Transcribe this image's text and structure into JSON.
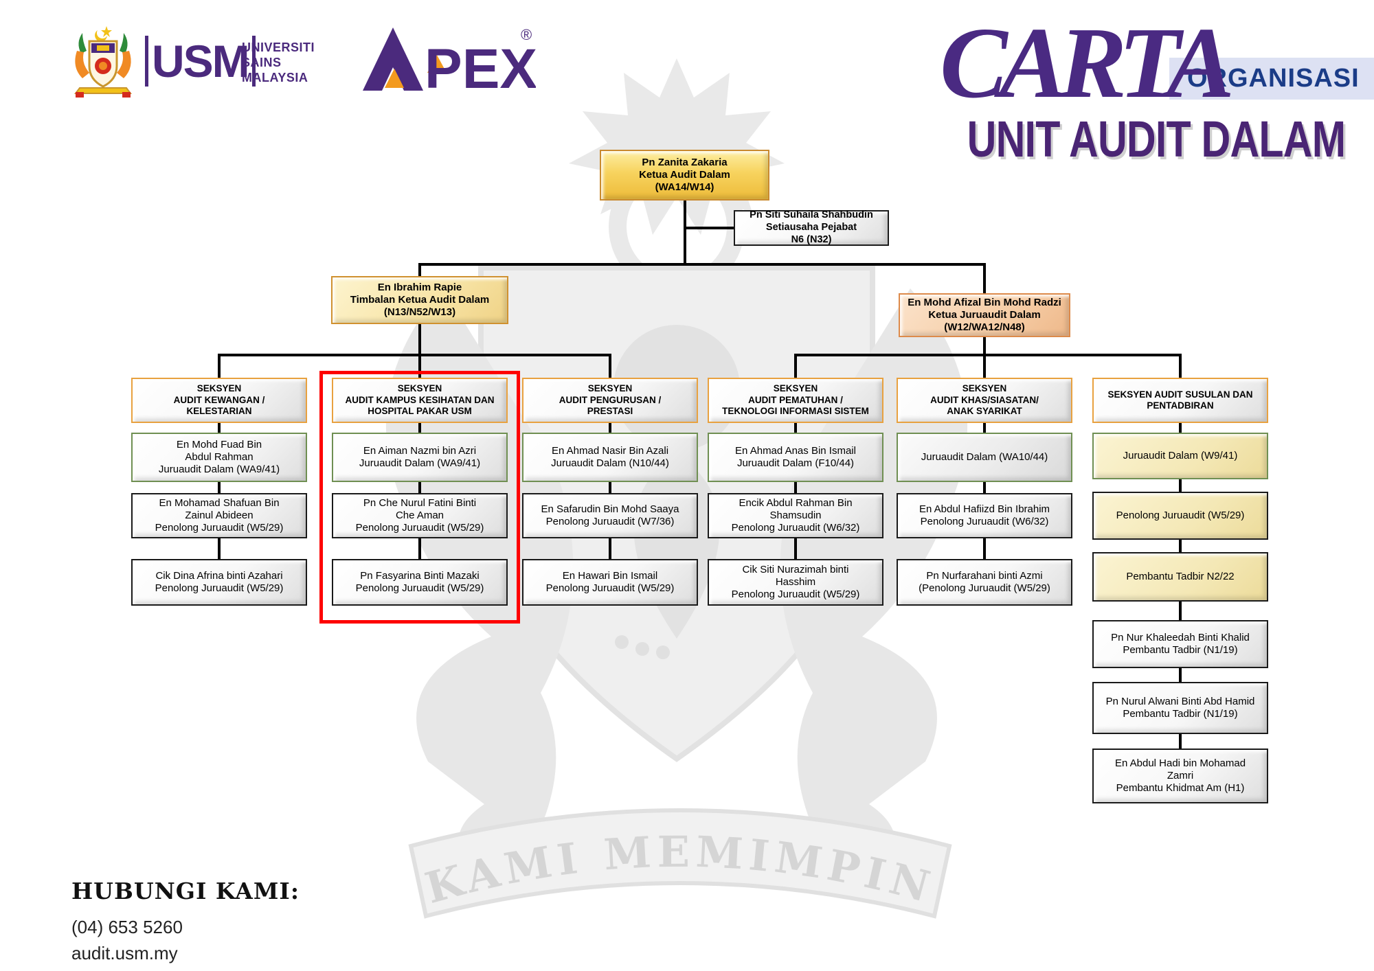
{
  "branding": {
    "usm_letters": "USM",
    "usm_name": "UNIVERSITI\nSAINS\nMALAYSIA",
    "apex_letters": "PEX",
    "reg": "®"
  },
  "title": {
    "script_word": "CARTA",
    "badge": "ORGANISASI",
    "main": "UNIT AUDIT DALAM"
  },
  "watermark": {
    "motto": "KAMI MEMIMPIN"
  },
  "chart": {
    "top_box": {
      "text": "Pn Zanita Zakaria\nKetua Audit Dalam\n(WA14/W14)"
    },
    "secretary": {
      "text": "Pn Siti Suhaila Shahbudin\nSetiausaha Pejabat\nN6 (N32)"
    },
    "deputy_left": {
      "text": "En Ibrahim Rapie\nTimbalan Ketua Audit Dalam\n(N13/N52/W13)"
    },
    "deputy_right": {
      "text": "En Mohd Afizal Bin Mohd Radzi\nKetua Juruaudit Dalam\n(W12/WA12/N48)"
    },
    "columns": [
      {
        "header": "SEKSYEN\nAUDIT KEWANGAN /\nKELESTARIAN",
        "boxes": [
          {
            "text": "En Mohd Fuad Bin\nAbdul Rahman\nJuruaudit Dalam (WA9/41)"
          },
          {
            "text": "En Mohamad Shafuan Bin\nZainul Abideen\nPenolong Juruaudit (W5/29)"
          },
          {
            "text": "Cik Dina Afrina binti Azahari\nPenolong Juruaudit (W5/29)"
          }
        ]
      },
      {
        "header": "SEKSYEN\nAUDIT KAMPUS KESIHATAN DAN\nHOSPITAL PAKAR USM",
        "boxes": [
          {
            "text": "En Aiman Nazmi bin Azri\nJuruaudit Dalam (WA9/41)"
          },
          {
            "text": "Pn Che Nurul Fatini Binti\nChe Aman\nPenolong Juruaudit (W5/29)"
          },
          {
            "text": "Pn Fasyarina Binti Mazaki\nPenolong Juruaudit (W5/29)"
          }
        ]
      },
      {
        "header": "SEKSYEN\nAUDIT PENGURUSAN /\nPRESTASI",
        "boxes": [
          {
            "text": "En Ahmad Nasir Bin Azali\nJuruaudit Dalam (N10/44)"
          },
          {
            "text": "En Safarudin Bin Mohd Saaya\nPenolong Juruaudit (W7/36)"
          },
          {
            "text": "En Hawari Bin Ismail\nPenolong Juruaudit (W5/29)"
          }
        ]
      },
      {
        "header": "SEKSYEN\nAUDIT  PEMATUHAN /\nTEKNOLOGI INFORMASI SISTEM",
        "boxes": [
          {
            "text": "En Ahmad Anas Bin Ismail\nJuruaudit Dalam (F10/44)"
          },
          {
            "text": "Encik Abdul Rahman Bin\nShamsudin\nPenolong Juruaudit (W6/32)"
          },
          {
            "text": "Cik Siti Nurazimah binti\nHasshim\nPenolong Juruaudit (W5/29)"
          }
        ]
      },
      {
        "header": "SEKSYEN\nAUDIT KHAS/SIASATAN/\nANAK SYARIKAT",
        "boxes": [
          {
            "text": "Juruaudit Dalam (WA10/44)"
          },
          {
            "text": "En Abdul Hafiizd Bin Ibrahim\nPenolong Juruaudit (W6/32)"
          },
          {
            "text": "Pn Nurfarahani binti Azmi\n(Penolong Juruaudit (W5/29)"
          }
        ]
      },
      {
        "header": "SEKSYEN AUDIT SUSULAN DAN\nPENTADBIRAN",
        "boxes": [
          {
            "text": "Juruaudit Dalam (W9/41)"
          },
          {
            "text": "Penolong Juruaudit (W5/29)"
          },
          {
            "text": "Pembantu Tadbir N2/22"
          },
          {
            "text": "Pn Nur Khaleedah Binti Khalid\nPembantu Tadbir (N1/19)"
          },
          {
            "text": "Pn Nurul Alwani Binti Abd Hamid\nPembantu Tadbir (N1/19)"
          },
          {
            "text": "En Abdul Hadi bin Mohamad\nZamri\nPembantu Khidmat Am (H1)"
          }
        ]
      }
    ]
  },
  "contact": {
    "heading": "HUBUNGI KAMI:",
    "phone": "(04) 653 5260",
    "web": "audit.usm.my"
  },
  "colors": {
    "brand_purple": "#4B2A7D",
    "title_purple": "#4A2574",
    "badge_navy": "#1B3C87",
    "badge_bg": "#DBDFF2",
    "gold_box": "#F7D35E",
    "salmon_box": "#F6CDA6",
    "orange_border": "#E8A13F",
    "green_border": "#6F8F52",
    "highlight_red": "#FE0000"
  }
}
